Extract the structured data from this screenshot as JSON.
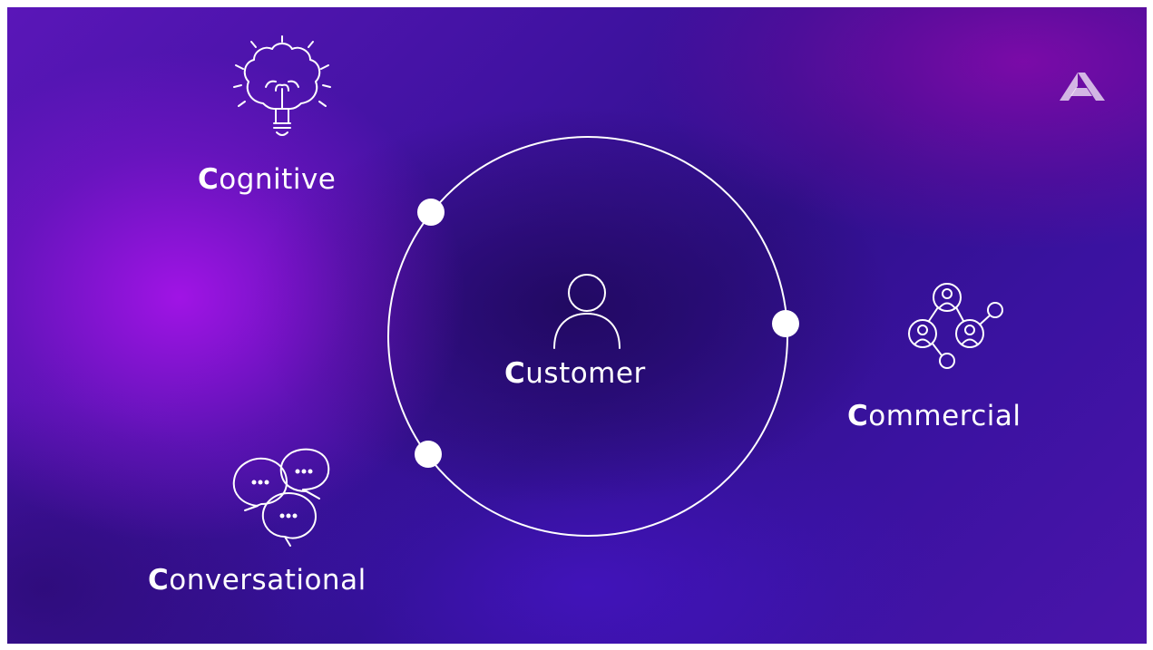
{
  "nodes": {
    "cognitive": {
      "initial": "C",
      "rest": "ognitive",
      "icon": "brain-lightbulb-icon"
    },
    "customer": {
      "initial": "C",
      "rest": "ustomer",
      "icon": "person-icon"
    },
    "commercial": {
      "initial": "C",
      "rest": "ommercial",
      "icon": "people-network-icon"
    },
    "conversational": {
      "initial": "C",
      "rest": "onversational",
      "icon": "chat-bubbles-icon"
    }
  },
  "logo": {
    "icon": "triangle-logo-icon"
  },
  "colors": {
    "text": "#ffffff",
    "line": "#ffffff"
  }
}
